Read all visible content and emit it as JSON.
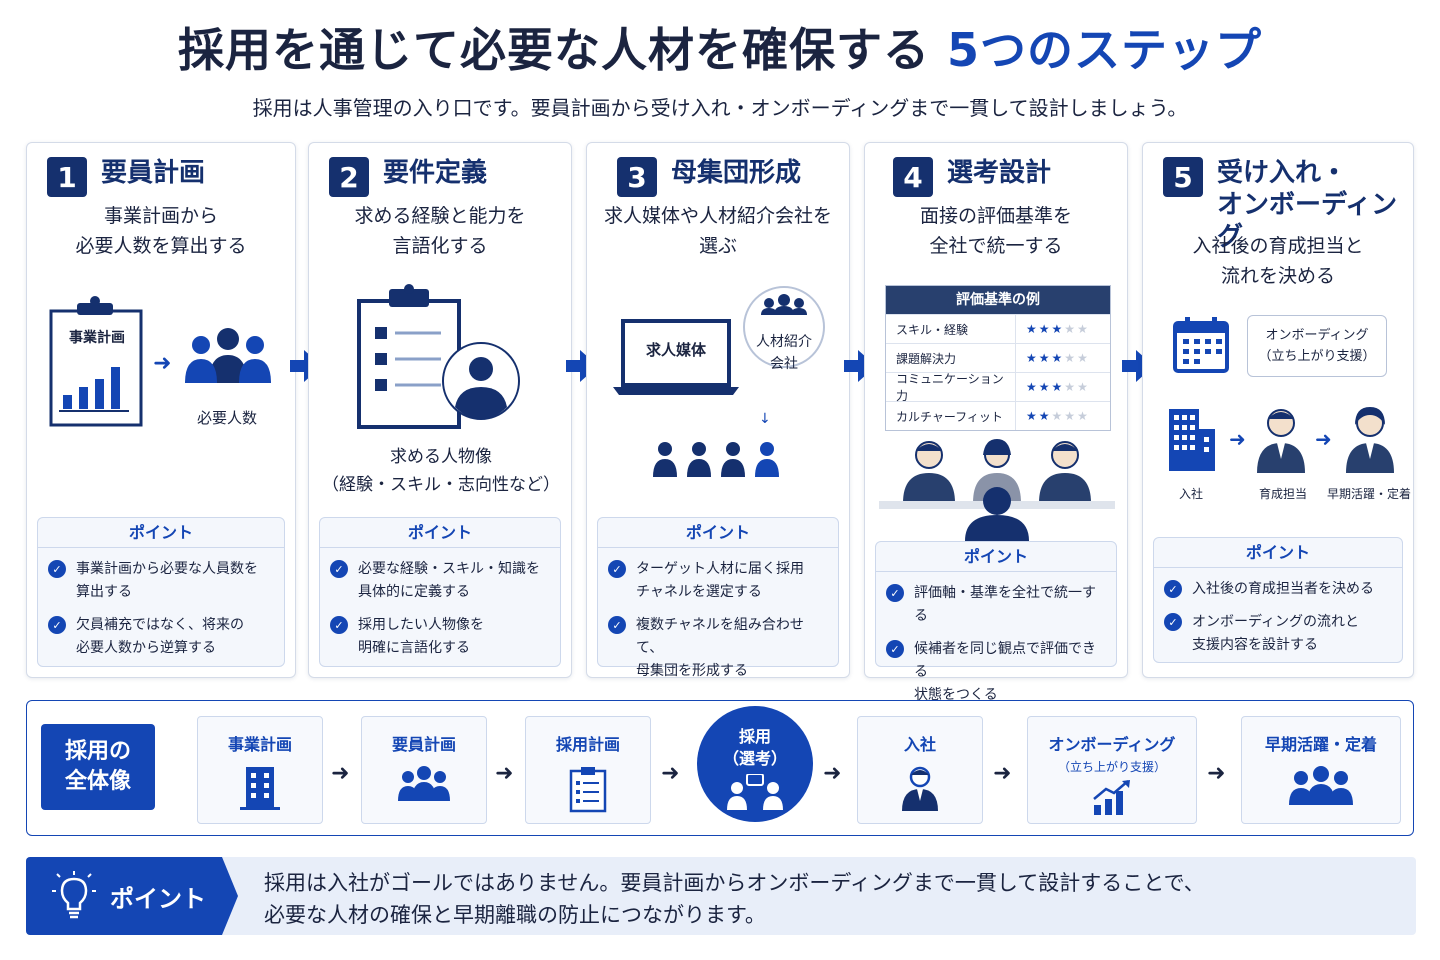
{
  "header": {
    "title_main": "採用を通じて必要な人材を確保する",
    "title_accent": "5つのステップ",
    "subtitle": "採用は人事管理の入り口です。要員計画から受け入れ・オンボーディングまで一貫して設計しましょう。"
  },
  "colors": {
    "navy": "#15306e",
    "accent": "#1446b4",
    "light": "#e8eef9"
  },
  "steps": [
    {
      "num": "1",
      "title": "要員計画",
      "desc": "事業計画から\n必要人数を算出する",
      "labels": {
        "doc": "事業計画",
        "people": "必要人数"
      },
      "point_head": "ポイント",
      "points": [
        "事業計画から必要な人員数を\n算出する",
        "欠員補充ではなく、将来の\n必要人数から逆算する"
      ]
    },
    {
      "num": "2",
      "title": "要件定義",
      "desc": "求める経験と能力を\n言語化する",
      "labels": {
        "persona": "求める人物像\n（経験・スキル・志向性など）"
      },
      "point_head": "ポイント",
      "points": [
        "必要な経験・スキル・知識を\n具体的に定義する",
        "採用したい人物像を\n明確に言語化する"
      ]
    },
    {
      "num": "3",
      "title": "母集団形成",
      "desc": "求人媒体や人材紹介会社を\n選ぶ",
      "labels": {
        "media": "求人媒体",
        "agency": "人材紹介\n会社"
      },
      "point_head": "ポイント",
      "points": [
        "ターゲット人材に届く採用\nチャネルを選定する",
        "複数チャネルを組み合わせて、\n母集団を形成する"
      ]
    },
    {
      "num": "4",
      "title": "選考設計",
      "desc": "面接の評価基準を\n全社で統一する",
      "eval_head": "評価基準の例",
      "eval_rows": [
        {
          "label": "スキル・経験",
          "stars": 3
        },
        {
          "label": "課題解決力",
          "stars": 3
        },
        {
          "label": "コミュニケーション力",
          "stars": 2.5
        },
        {
          "label": "カルチャーフィット",
          "stars": 2
        }
      ],
      "point_head": "ポイント",
      "points": [
        "評価軸・基準を全社で統一する",
        "候補者を同じ観点で評価できる\n状態をつくる"
      ]
    },
    {
      "num": "5",
      "title": "受け入れ・\nオンボーディング",
      "desc": "入社後の育成担当と\n流れを決める",
      "labels": {
        "bubble": "オンボーディング\n（立ち上がり支援）",
        "join": "入社",
        "mentor": "育成担当",
        "settle": "早期活躍・定着"
      },
      "point_head": "ポイント",
      "points": [
        "入社後の育成担当者を決める",
        "オンボーディングの流れと\n支援内容を設計する"
      ]
    }
  ],
  "flow": {
    "label": "採用の\n全体像",
    "items": [
      "事業計画",
      "要員計画",
      "採用計画",
      "採用\n（選考）",
      "入社",
      "オンボーディング",
      "早期活躍・定着"
    ],
    "onboarding_sub": "（立ち上がり支援）"
  },
  "banner": {
    "tag": "ポイント",
    "text": "採用は入社がゴールではありません。要員計画からオンボーディングまで一貫して設計することで、\n必要な人材の確保と早期離職の防止につながります。"
  }
}
